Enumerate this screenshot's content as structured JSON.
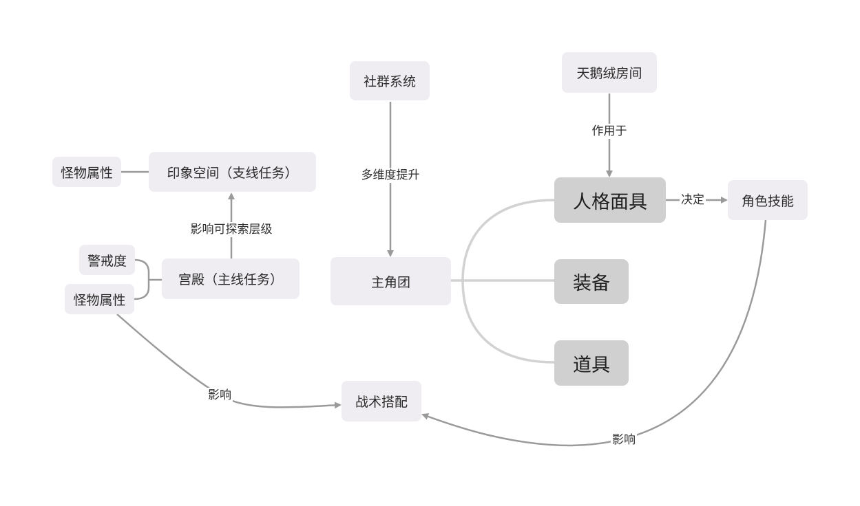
{
  "diagram": {
    "nodes": {
      "social_system": "社群系统",
      "velvet_room": "天鹅绒房间",
      "monster_attr_top": "怪物属性",
      "impression_space": "印象空间（支线任务）",
      "alertness": "警戒度",
      "monster_attr_bottom": "怪物属性",
      "palace": "宫殿（主线任务）",
      "protagonist_team": "主角团",
      "persona": "人格面具",
      "character_skill": "角色技能",
      "equipment": "装备",
      "items": "道具",
      "tactics": "战术搭配"
    },
    "edge_labels": {
      "multi_dim": "多维度提升",
      "acts_on": "作用于",
      "decides": "决定",
      "affects_explore": "影响可探索层级",
      "affects_left": "影响",
      "affects_right": "影响"
    }
  },
  "colors": {
    "node_light": "#efedf1",
    "node_dark": "#d0d0d0",
    "line_dark": "#9a9a9a",
    "line_light": "#d2d2d2"
  }
}
